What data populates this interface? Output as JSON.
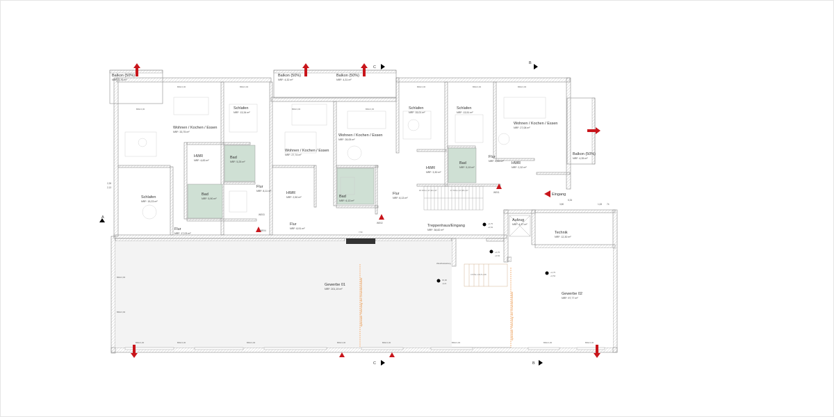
{
  "colors": {
    "wall": "#8a8a8a",
    "wall_fill": "#ffffff",
    "hatch": "#aaaaaa",
    "bath": "#cfe0d4",
    "arrow": "#c8151b",
    "orange_line": "#f4a460",
    "text": "#333333",
    "frame": "#dddddd"
  },
  "icons": {
    "arrow": "red-block-arrow-icon",
    "section": "section-marker-icon",
    "level": "level-marker-icon",
    "entrance": "entrance-triangle-icon"
  },
  "rooms": {
    "balkon_1": {
      "name": "Balkon (50%)",
      "area": "NRF: 3,76 m²"
    },
    "balkon_2": {
      "name": "Balkon (50%)",
      "area": "NRF: 4,32 m²"
    },
    "balkon_3": {
      "name": "Balkon (50%)",
      "area": "NRF: 4,31 m²"
    },
    "balkon_4": {
      "name": "Balkon (50%)",
      "area": "NRF: 4,35 m²"
    },
    "wohnen_1": {
      "name": "Wohnen / Kochen / Essen",
      "area": "NRF: 33,75 m²"
    },
    "wohnen_2": {
      "name": "Wohnen / Kochen / Essen",
      "area": "NRF: 27,74 m²"
    },
    "wohnen_3": {
      "name": "Wohnen / Kochen / Essen",
      "area": "NRF: 28,05 m²"
    },
    "wohnen_4": {
      "name": "Wohnen / Kochen / Essen",
      "area": "NRF: 27,08 m²"
    },
    "schlafen_1": {
      "name": "Schlafen",
      "area": "NRF: 13,34 m²"
    },
    "schlafen_2": {
      "name": "Schlafen",
      "area": "NRF: 15,01 m²"
    },
    "schlafen_3": {
      "name": "Schlafen",
      "area": "NRF: 13,51 m²"
    },
    "schlafen_4": {
      "name": "Schlafen",
      "area": "NRF: 15,23 m²"
    },
    "hwr_1": {
      "name": "HWR",
      "area": "NRF: 4,83 m²"
    },
    "hwr_2": {
      "name": "HWR",
      "area": "NRF: 2,50 m²"
    },
    "hwr_3": {
      "name": "HWR",
      "area": "NRF: 3,30 m²"
    },
    "hwr_4": {
      "name": "HWR",
      "area": "NRF: 2,32 m²"
    },
    "bad_1": {
      "name": "Bad",
      "area": "NRF: 5,90 m²"
    },
    "bad_2": {
      "name": "Bad",
      "area": "NRF: 5,25 m²"
    },
    "bad_3": {
      "name": "Bad",
      "area": "NRF: 6,13 m²"
    },
    "bad_4": {
      "name": "Bad",
      "area": "NRF: 5,19 m²"
    },
    "flur_1": {
      "name": "Flur",
      "area": "NRF: 17,03 m²"
    },
    "flur_2": {
      "name": "Flur",
      "area": "NRF: 8,11 m²"
    },
    "flur_3": {
      "name": "Flur",
      "area": "NRF: 8,91 m²"
    },
    "flur_4": {
      "name": "Flur",
      "area": "NRF: 8,13 m²"
    },
    "flur_5": {
      "name": "Flur",
      "area": "NRF: 5,65 m²"
    },
    "treppenhaus": {
      "name": "Treppenhaus/Eingang",
      "area": "NRF: 38,82 m²"
    },
    "aufzug": {
      "name": "Aufzug",
      "area": "NRF: 4,37 m²"
    },
    "technik": {
      "name": "Technik",
      "area": "NRF: 12,30 m²"
    },
    "gewerbe_1": {
      "name": "Gewerbe 01",
      "area": "NRF: 201,19 m²"
    },
    "gewerbe_2": {
      "name": "Gewerbe 02",
      "area": "NRF: 97,77 m²"
    }
  },
  "labels": {
    "eingang": "Eingang",
    "we01": "WE01",
    "we02": "WE02",
    "we03": "WE03",
    "we04": "WE04",
    "section_a": "A",
    "section_b": "B",
    "section_c": "C",
    "stairs_1": "15 STG x 17,33 x 27",
    "stairs_2": "17 STG x 17,65 x 27",
    "stairs_3": "4 STG x 16,5 x 29",
    "trennung": "optionale Trennung der Gewerbeeinheit",
    "lvl_1": "+0,75",
    "lvl_1b": "+0,54",
    "lvl_2": "±0,00",
    "lvl_2b": "-0,21",
    "dim_1": "6,34",
    "dim_2": "3,80",
    "dim_3": "1,63",
    "dim_4": "74",
    "dim_5": "2,26",
    "dim_6": "2,13",
    "dim_7": "7,50",
    "brh_0": "BRH 0,00",
    "brh_90": "BRH 0,90",
    "wand": "Wandbekleidung"
  }
}
